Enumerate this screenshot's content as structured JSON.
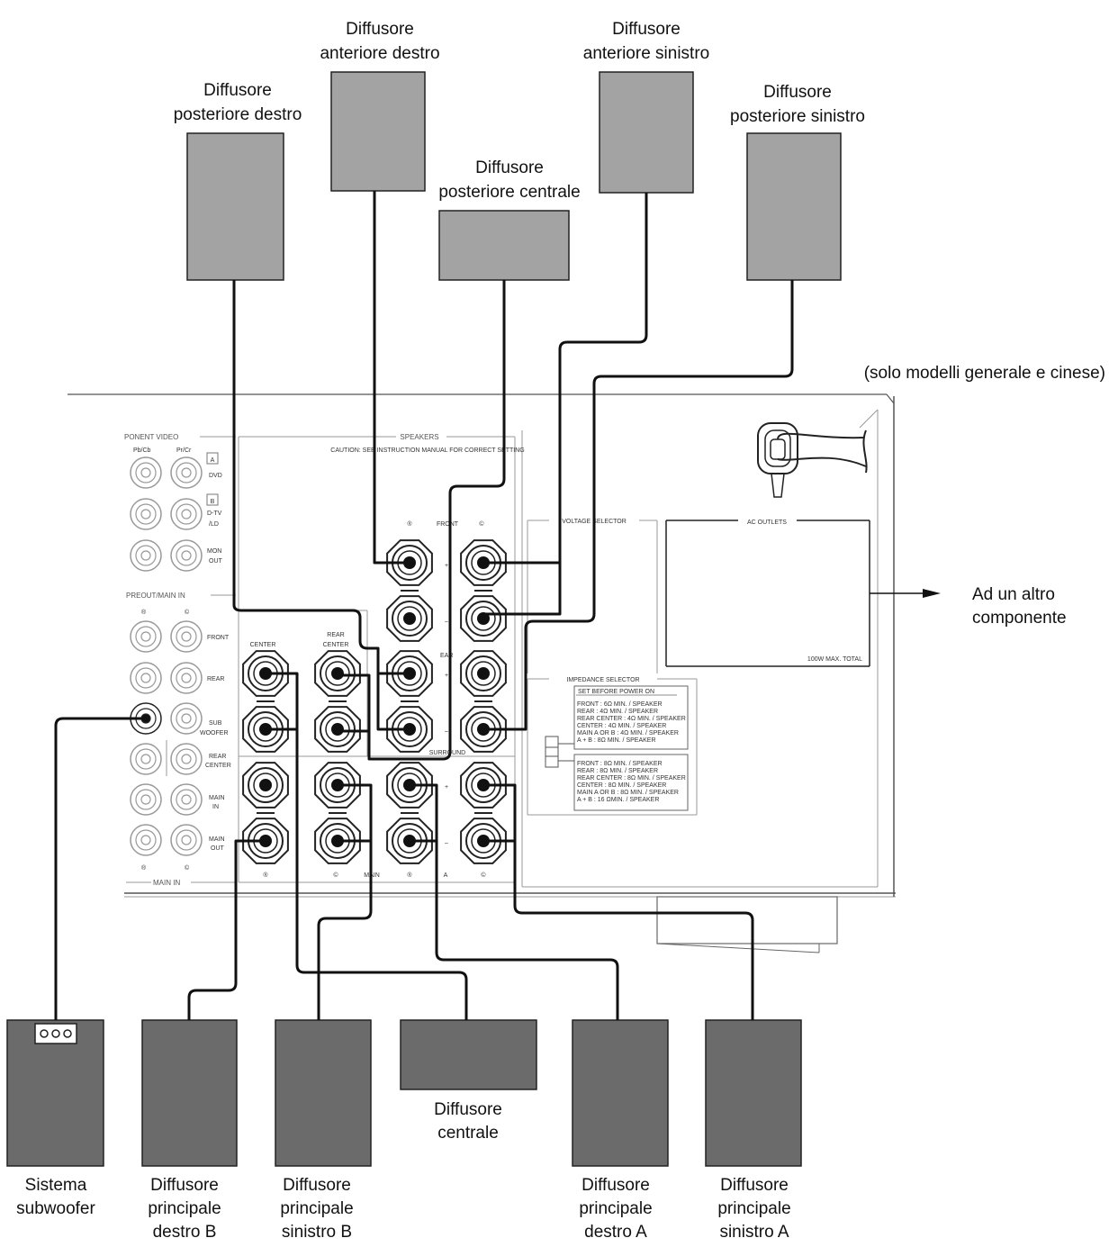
{
  "speakers_top": {
    "rear_right": [
      "Diffusore",
      "posteriore destro"
    ],
    "front_right": [
      "Diffusore",
      "anteriore destro"
    ],
    "rear_center": [
      "Diffusore",
      "posteriore centrale"
    ],
    "front_left": [
      "Diffusore",
      "anteriore sinistro"
    ],
    "rear_left": [
      "Diffusore",
      "posteriore sinistro"
    ]
  },
  "speakers_bottom": {
    "subwoofer": [
      "Sistema",
      "subwoofer"
    ],
    "main_right_b": [
      "Diffusore",
      "principale",
      "destro B"
    ],
    "main_left_b": [
      "Diffusore",
      "principale",
      "sinistro B"
    ],
    "center": [
      "Diffusore",
      "centrale"
    ],
    "main_right_a": [
      "Diffusore",
      "principale",
      "destro A"
    ],
    "main_left_a": [
      "Diffusore",
      "principale",
      "sinistro A"
    ]
  },
  "notes": {
    "model_note": "(solo modelli generale e cinese)",
    "outlet_target": [
      "Ad un altro",
      "componente"
    ]
  },
  "panel": {
    "component_video": "PONENT VIDEO",
    "pb_cb": "Pb/Cb",
    "pr_cr": "Pr/Cr",
    "dvd_letter": "A",
    "dvd": "DVD",
    "dtv_letter": "B",
    "dtv": "D-TV",
    "ld": "/LD",
    "mon": "MON",
    "out": "OUT",
    "preout_main_in": "PREOUT/MAIN IN",
    "r_mark": "®",
    "l_mark": "©",
    "front": "FRONT",
    "rear": "REAR",
    "sub": "SUB",
    "woofer": "WOOFER",
    "rear_jack": "REAR",
    "center_jack": "CENTER",
    "main": "MAIN",
    "in": "IN",
    "out2": "OUT",
    "main_in": "MAIN IN",
    "speakers": "SPEAKERS",
    "caution": "CAUTION: SEE INSTRUCTION MANUAL FOR CORRECT SETTING",
    "front_terms": "FRONT",
    "center": "CENTER",
    "rear_center_1": "REAR",
    "rear_center_2": "CENTER",
    "rear_partial": "EAR",
    "surround": "SURROUND",
    "plus": "+",
    "minus": "–",
    "main_bottom": "MAIN",
    "a_mark": "A",
    "voltage_selector": "VOLTAGE SELECTOR",
    "ac_outlets": "AC OUTLETS",
    "ac_max": "100W MAX. TOTAL",
    "impedance_selector": "IMPEDANCE SELECTOR",
    "set_before": "SET BEFORE POWER ON",
    "imp_top": [
      "FRONT        : 6Ω MIN. / SPEAKER",
      "REAR          : 4Ω MIN. / SPEAKER",
      "REAR CENTER : 4Ω MIN. / SPEAKER",
      "CENTER       : 4Ω MIN. / SPEAKER",
      "MAIN A OR B : 4Ω MIN. / SPEAKER",
      "A + B          : 8Ω MIN. / SPEAKER"
    ],
    "imp_bottom": [
      "FRONT        : 8Ω MIN. / SPEAKER",
      "REAR          : 8Ω MIN. / SPEAKER",
      "REAR CENTER : 8Ω MIN. / SPEAKER",
      "CENTER       : 8Ω MIN. / SPEAKER",
      "MAIN A OR B : 8Ω MIN. / SPEAKER",
      "A + B          : 16 ΩMIN. / SPEAKER"
    ]
  }
}
